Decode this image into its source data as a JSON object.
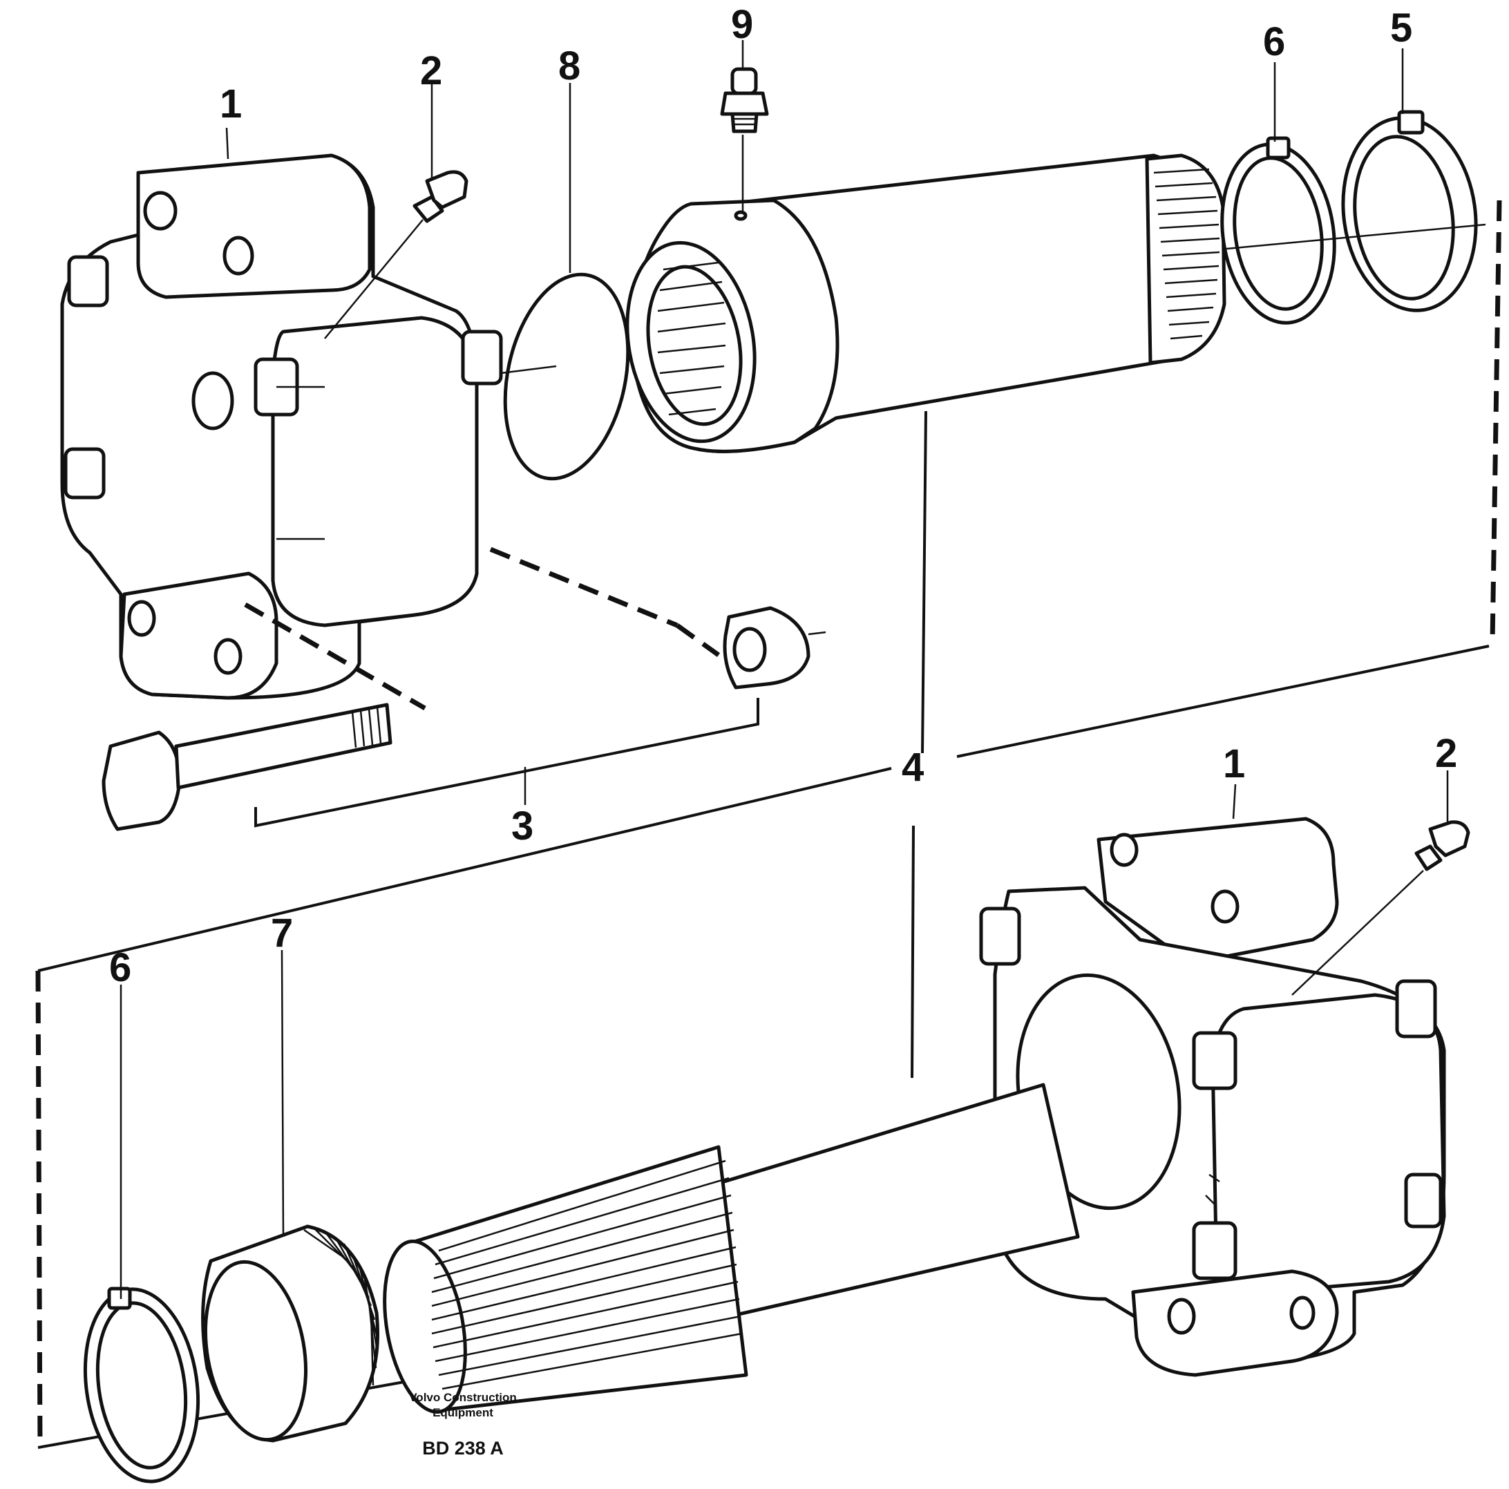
{
  "callouts": {
    "c1_top": "1",
    "c2_top": "2",
    "c3": "3",
    "c4": "4",
    "c5": "5",
    "c6_top": "6",
    "c6_bottom": "6",
    "c7": "7",
    "c8": "8",
    "c9": "9",
    "c1_bottom": "1",
    "c2_bottom": "2"
  },
  "caption": {
    "company_line1": "Volvo Construction",
    "company_line2": "Equipment",
    "code": "BD 238 A"
  }
}
